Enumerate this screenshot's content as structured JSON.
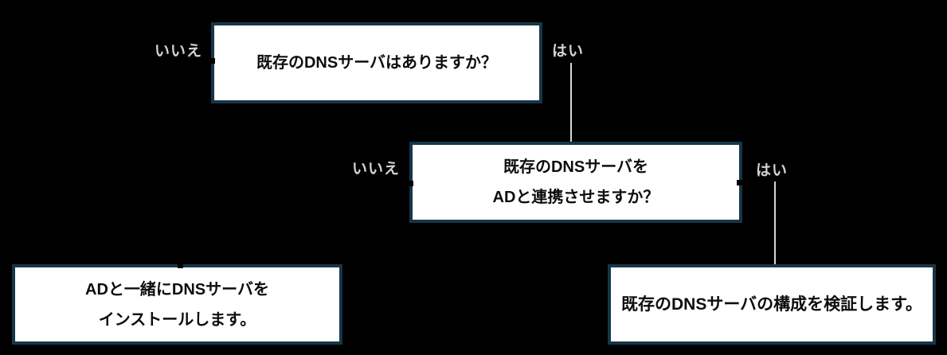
{
  "colors": {
    "background": "#000000",
    "node_fill": "#ffffff",
    "node_border": "#173549",
    "node_text": "#0d0d0d",
    "connector": "#d6d6d6",
    "edge_label_text": "#d2d2d2"
  },
  "nodes": {
    "q1": {
      "line1": "既存のDNSサーバはありますか？"
    },
    "q2": {
      "line1": "既存のDNSサーバを",
      "line2": "ADと連携させますか？"
    },
    "install": {
      "line1": "ADと一緒にDNSサーバを",
      "line2": "インストールします。"
    },
    "verify": {
      "line1": "既存のDNSサーバの構成を検証します。"
    }
  },
  "labels": {
    "q1_no": "いいえ",
    "q1_yes": "はい",
    "q2_no": "いいえ",
    "q2_yes": "はい"
  },
  "edges": [
    {
      "from": "q1",
      "label": "はい",
      "to": "q2"
    },
    {
      "from": "q2",
      "label": "はい",
      "to": "verify"
    }
  ]
}
